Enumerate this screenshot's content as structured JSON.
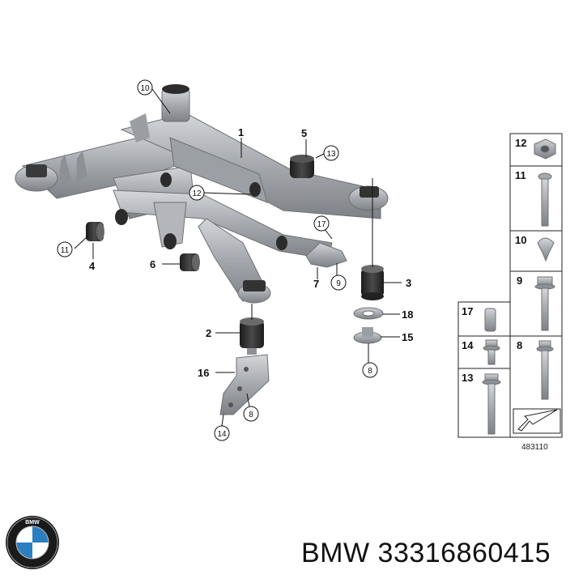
{
  "diagram": {
    "callouts_plain": [
      {
        "id": "c1",
        "text": "1"
      },
      {
        "id": "c2",
        "text": "2"
      },
      {
        "id": "c3",
        "text": "3"
      },
      {
        "id": "c4",
        "text": "4"
      },
      {
        "id": "c5",
        "text": "5"
      },
      {
        "id": "c6",
        "text": "6"
      },
      {
        "id": "c7",
        "text": "7"
      },
      {
        "id": "c15",
        "text": "15"
      },
      {
        "id": "c16",
        "text": "16"
      },
      {
        "id": "c18",
        "text": "18"
      }
    ],
    "callouts_circled": [
      {
        "id": "cc10",
        "text": "10"
      },
      {
        "id": "cc13",
        "text": "13"
      },
      {
        "id": "cc12",
        "text": "12"
      },
      {
        "id": "cc17",
        "text": "17"
      },
      {
        "id": "cc11",
        "text": "11"
      },
      {
        "id": "cc9",
        "text": "9"
      },
      {
        "id": "cc8a",
        "text": "8"
      },
      {
        "id": "cc8b",
        "text": "8"
      },
      {
        "id": "cc14",
        "text": "14"
      }
    ],
    "parts_panel": {
      "cells": [
        "12",
        "11",
        "10",
        "9",
        "17",
        "14",
        "8",
        "13"
      ]
    },
    "reference_number": "483110"
  },
  "footer": {
    "brand_text": "BMW 33316860415",
    "logo_letters": "BMW"
  },
  "colors": {
    "part_gray": "#a9acb0",
    "dark": "#2a2a2a",
    "line": "#111111"
  }
}
